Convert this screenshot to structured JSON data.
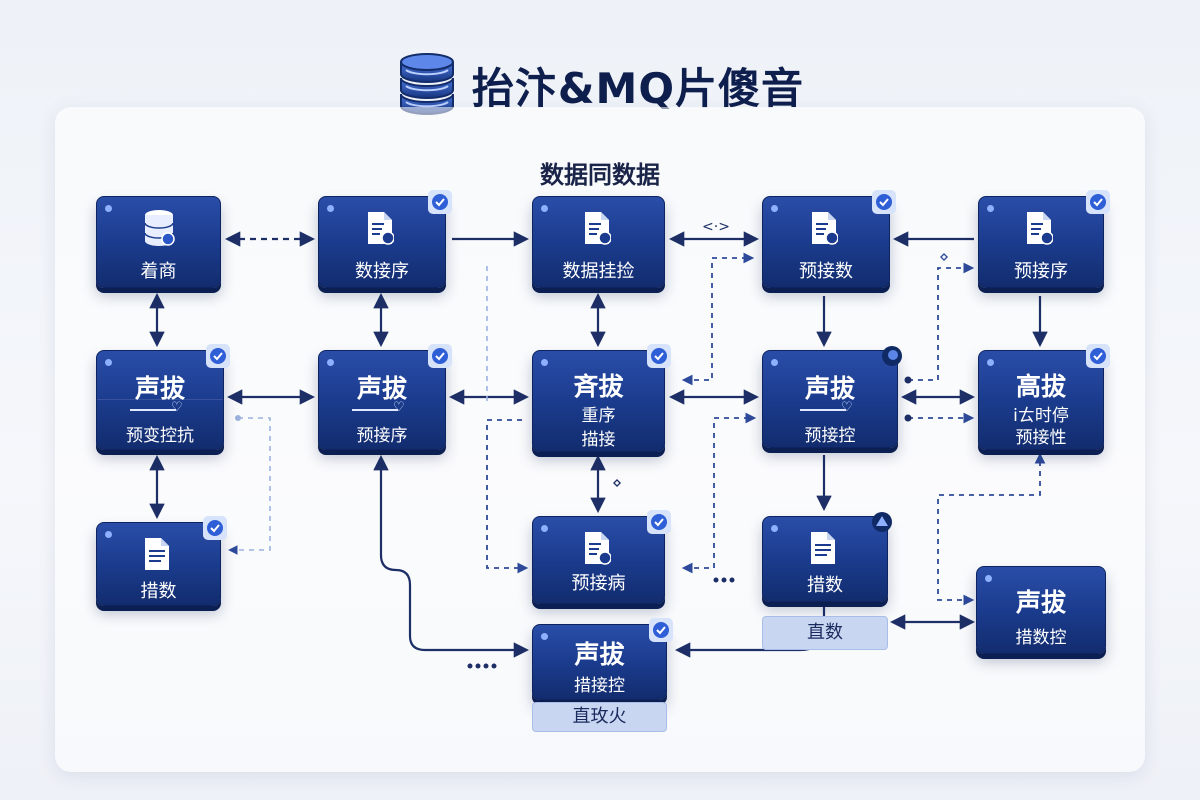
{
  "header": {
    "title": "抬汴&MQ片傻音",
    "subtitle": "数据同数据"
  },
  "nodes": {
    "n1": {
      "label": "着商"
    },
    "n2": {
      "label": "数接序"
    },
    "n3": {
      "label": "数据挂捡"
    },
    "n4": {
      "label": "预接数"
    },
    "n5": {
      "label": "预接序"
    },
    "n6": {
      "title": "声拔",
      "sub": "预变控抗"
    },
    "n7": {
      "title": "声拔",
      "sub": "预接序"
    },
    "n8": {
      "title": "斉拔",
      "line1": "重序",
      "line2": "描接"
    },
    "n9": {
      "title": "声拔",
      "sub": "预接控"
    },
    "n10": {
      "title": "高拔",
      "line1": "iㄊ时停",
      "line2": "预接性"
    },
    "n11": {
      "label": "措数"
    },
    "n12": {
      "label": "预接病"
    },
    "n13": {
      "label": "措数"
    },
    "n14": {
      "title": "声拔",
      "sub": "措数控"
    },
    "n15": {
      "title": "声拔",
      "sub": "措接控"
    }
  },
  "tags": {
    "t1": "直数",
    "t2": "直玫火"
  },
  "decor": {
    "code_mark": "<·>",
    "diamond_mark": "⋄"
  },
  "colors": {
    "node_top": "#2a4da8",
    "node_bottom": "#122c6e",
    "link": "#1d2f66",
    "dashed": "#3a5bb0",
    "dashed_light": "#9bb2de",
    "badge": "#2f5fd6"
  },
  "icons": {
    "logo": "database-stack-icon",
    "doc": "document-gear-icon",
    "db": "database-icon",
    "check": "check-badge-icon",
    "warning": "warning-badge-icon",
    "drop": "drop-badge-icon"
  }
}
